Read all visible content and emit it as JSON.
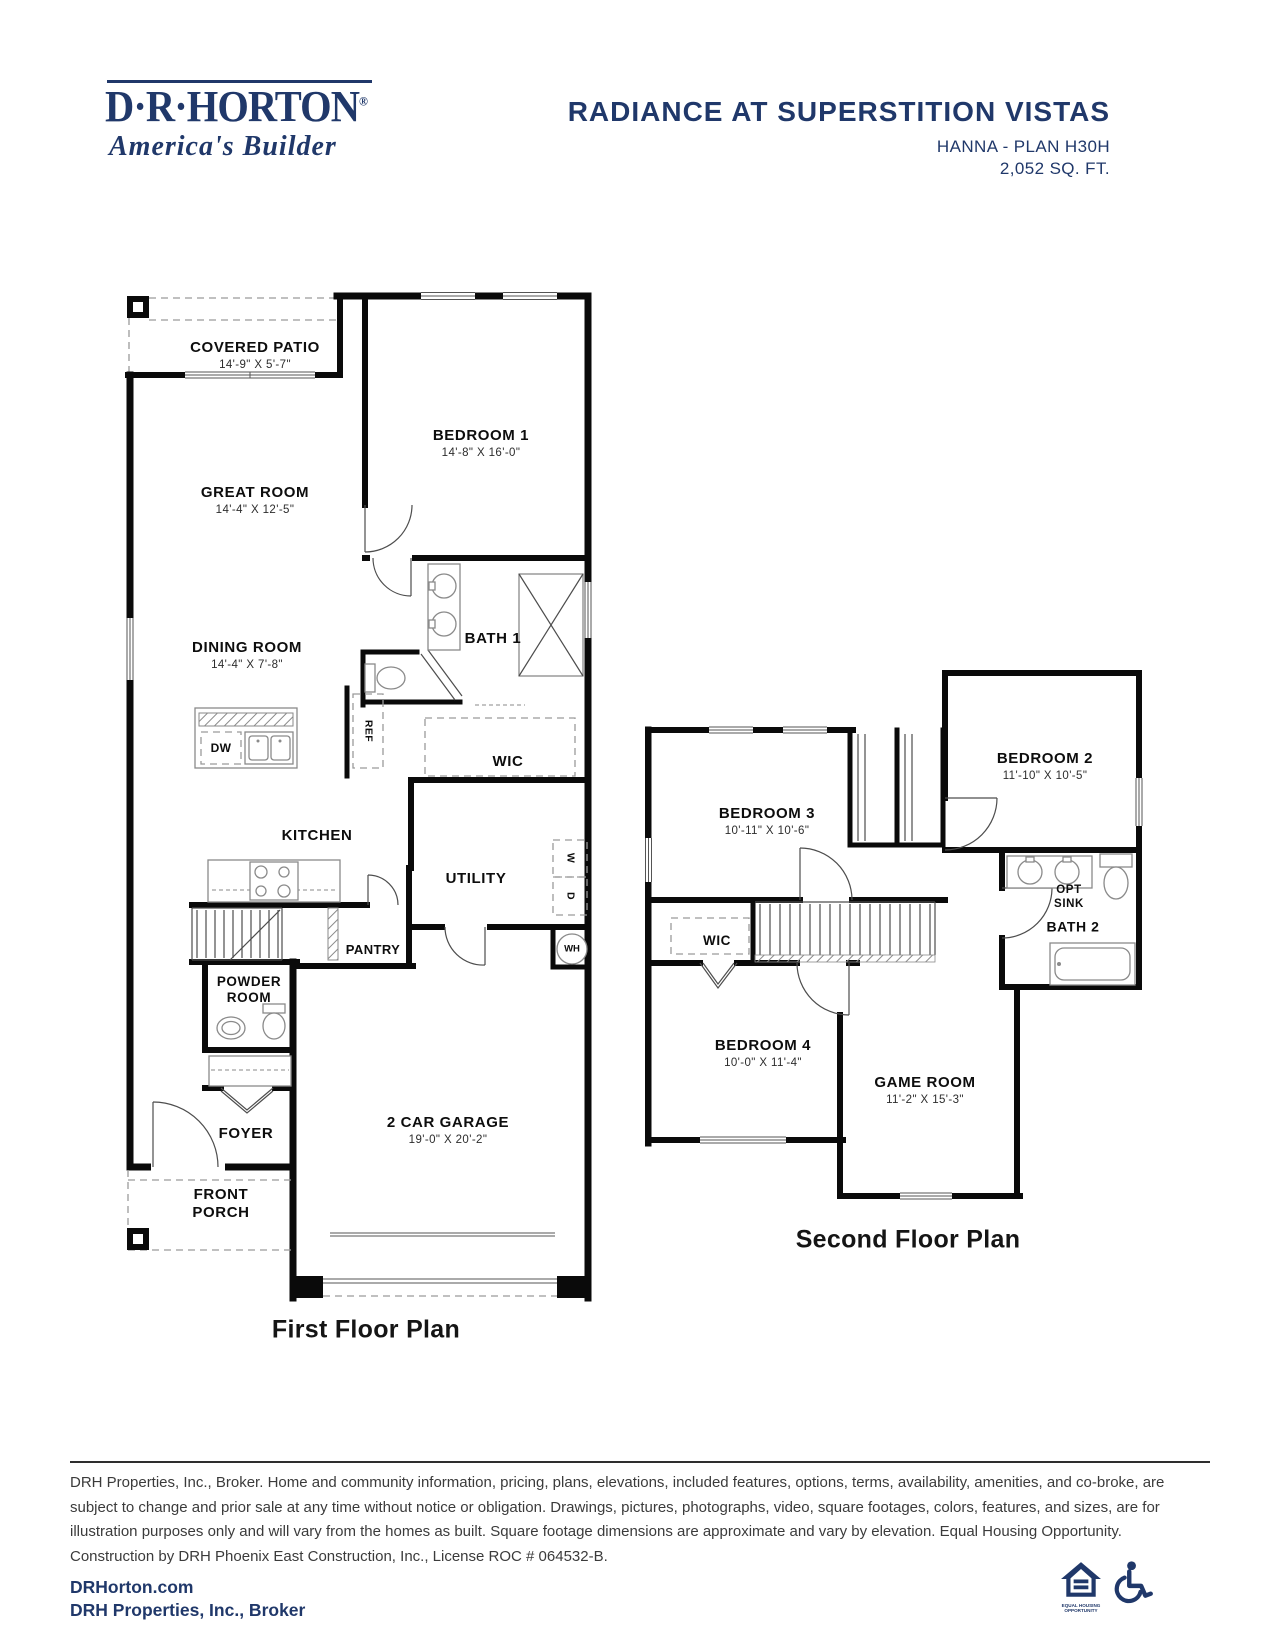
{
  "header": {
    "logo": {
      "wordmark": "D·R·HORTON",
      "registered": "®",
      "tagline": "America's Builder"
    },
    "community": "RADIANCE AT SUPERSTITION VISTAS",
    "plan_name": "HANNA - PLAN H30H",
    "square_footage": "2,052 SQ. FT."
  },
  "first_floor": {
    "caption": "First Floor Plan",
    "rooms": [
      {
        "name": "COVERED PATIO",
        "dims": "14'-9\" X 5'-7\""
      },
      {
        "name": "BEDROOM 1",
        "dims": "14'-8\" X 16'-0\""
      },
      {
        "name": "GREAT ROOM",
        "dims": "14'-4\" X 12'-5\""
      },
      {
        "name": "DINING ROOM",
        "dims": "14'-4\" X 7'-8\""
      },
      {
        "name": "BATH 1"
      },
      {
        "name": "WIC"
      },
      {
        "name": "KITCHEN"
      },
      {
        "name": "UTILITY"
      },
      {
        "name": "PANTRY"
      },
      {
        "name": "POWDER ROOM"
      },
      {
        "name": "FOYER"
      },
      {
        "name": "FRONT PORCH"
      },
      {
        "name": "2 CAR GARAGE",
        "dims": "19'-0\" X 20'-2\""
      }
    ],
    "appliances": {
      "ref": "REF",
      "dw": "DW",
      "washer": "W",
      "dryer": "D",
      "water_heater": "WH"
    }
  },
  "second_floor": {
    "caption": "Second Floor Plan",
    "rooms": [
      {
        "name": "BEDROOM 2",
        "dims": "11'-10\" X 10'-5\""
      },
      {
        "name": "BEDROOM 3",
        "dims": "10'-11\" X 10'-6\""
      },
      {
        "name": "WIC"
      },
      {
        "name": "BATH 2"
      },
      {
        "name": "BEDROOM 4",
        "dims": "10'-0\" X 11'-4\""
      },
      {
        "name": "GAME ROOM",
        "dims": "11'-2\" X 15'-3\""
      }
    ],
    "features": {
      "opt_sink": "OPT SINK"
    }
  },
  "disclaimer": "DRH Properties, Inc., Broker. Home and community information, pricing, plans, elevations, included features, options, terms, availability, amenities, and co-broke, are subject to change and prior sale at any time without notice or obligation. Drawings, pictures, photographs, video, square footages, colors, features, and sizes, are for illustration purposes only and will vary from the homes as built. Square footage dimensions are approximate and vary by elevation. Equal Housing Opportunity. Construction by DRH Phoenix East Construction, Inc., License ROC # 064532-B.",
  "footer": {
    "website": "DRHorton.com",
    "broker_line": "DRH Properties, Inc., Broker",
    "eho_line1": "EQUAL HOUSING",
    "eho_line2": "OPPORTUNITY"
  },
  "colors": {
    "navy": "#20386a",
    "wall": "#000000"
  }
}
